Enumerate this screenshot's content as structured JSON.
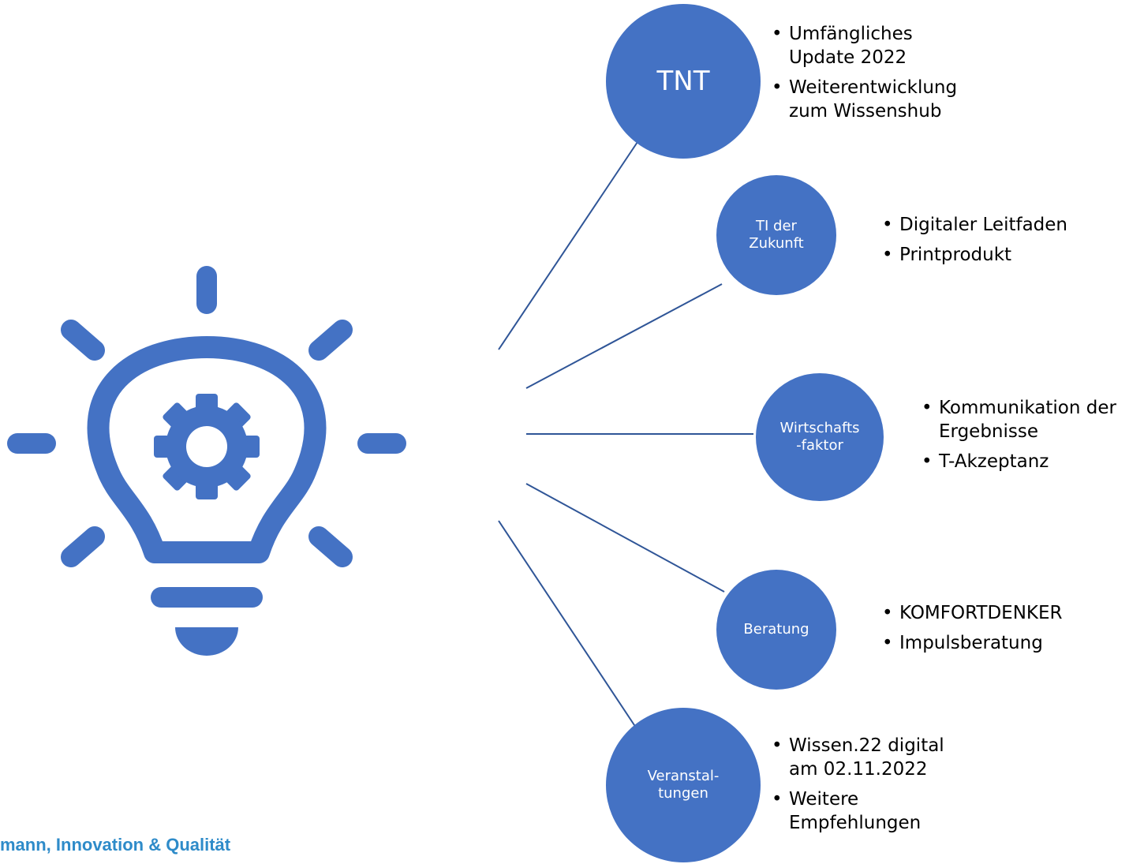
{
  "accent_color": "#4472C4",
  "center_icon": "lightbulb-gear-icon",
  "nodes": [
    {
      "label": "TNT",
      "bullets": [
        "Umfängliches\nUpdate 2022",
        "Weiterentwicklung\nzum Wissenshub"
      ]
    },
    {
      "label": "TI der\nZukunft",
      "bullets": [
        "Digitaler Leitfaden",
        "Printprodukt"
      ]
    },
    {
      "label": "Wirtschafts\n-faktor",
      "bullets": [
        "Kommunikation der\nErgebnisse",
        "T-Akzeptanz"
      ]
    },
    {
      "label": "Beratung",
      "bullets": [
        "KOMFORTDENKER",
        "Impulsberatung"
      ]
    },
    {
      "label": "Veranstal-\ntungen",
      "bullets": [
        "Wissen.22 digital\nam 02.11.2022",
        "Weitere\nEmpfehlungen"
      ]
    }
  ],
  "footer_text": "mann, Innovation & Qualität"
}
